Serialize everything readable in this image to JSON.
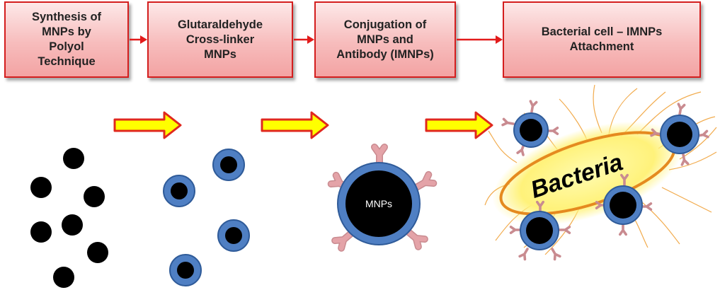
{
  "steps": [
    {
      "label": "Synthesis of\nMNPs by\nPolyol\nTechnique"
    },
    {
      "label": "Glutaraldehyde\nCross-linker\nMNPs"
    },
    {
      "label": "Conjugation of\nMNPs and\nAntibody (IMNPs)"
    },
    {
      "label": "Bacterial cell – IMNPs\nAttachment"
    }
  ],
  "labels": {
    "mnp": "MNPs",
    "bacteria": "Bacteria"
  },
  "colors": {
    "box_border": "#d41e1e",
    "flow_arrow": "#e21b1b",
    "stage_arrow_fill": "#ffff00",
    "stage_arrow_border": "#e0281e",
    "particle_core": "#000000",
    "coating": "#4f7fc3",
    "coating_border": "#2f5b99",
    "antibody": "#e4a3a8",
    "bacteria_outline": "#e58a1f",
    "bacteria_glow": "#fff27a"
  }
}
